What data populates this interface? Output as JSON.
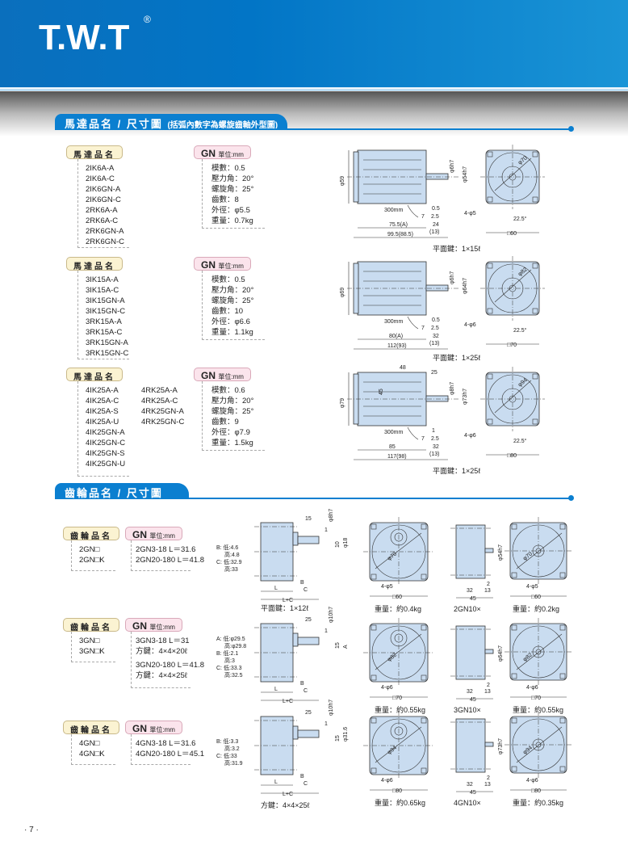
{
  "header": {
    "logo": "T.W.T",
    "reg": "®"
  },
  "section_motor": {
    "title": "馬達品名 / 尺寸圖",
    "note": "(括弧內數字為螺旋齒軸外型圖)"
  },
  "section_gear": {
    "title": "齒輪品名 / 尺寸圖"
  },
  "labels": {
    "motor_name": "馬達品名",
    "gear_name": "齒輪品名",
    "gn": "GN",
    "unit": "單位:mm"
  },
  "motors": [
    {
      "models": [
        "2IK6A-A",
        "2IK6A-C",
        "2IK6GN-A",
        "2IK6GN-C",
        "2RK6A-A",
        "2RK6A-C",
        "2RK6GN-A",
        "2RK6GN-C"
      ],
      "models2": [],
      "specs": [
        "模數：0.5",
        "壓力角：20°",
        "螺旋角：25°",
        "齒數：8",
        "外徑：φ5.5",
        "重量：0.7kg"
      ],
      "dims": {
        "body_dia": "φ59",
        "shaft": "φ6h7",
        "pilot": "φ54h7",
        "lead": "300mm",
        "d1": "0.5",
        "d2": "7",
        "d3": "2.5",
        "a": "75.5(A)",
        "b": "24",
        "c": "(13)",
        "total": "99.5(88.5)",
        "pcd": "φ70",
        "holes": "4-φ5",
        "angle": "22.5°",
        "square": "□60",
        "key": "平面鍵：1×15ℓ"
      }
    },
    {
      "models": [
        "3IK15A-A",
        "3IK15A-C",
        "3IK15GN-A",
        "3IK15GN-C",
        "3RK15A-A",
        "3RK15A-C",
        "3RK15GN-A",
        "3RK15GN-C"
      ],
      "models2": [],
      "specs": [
        "模數：0.5",
        "壓力角：20°",
        "螺旋角：25°",
        "齒數：10",
        "外徑：φ6.6",
        "重量：1.1kg"
      ],
      "dims": {
        "body_dia": "φ69",
        "shaft": "φ6h7",
        "pilot": "φ64h7",
        "lead": "300mm",
        "d1": "0.5",
        "d2": "7",
        "d3": "2.5",
        "a": "80(A)",
        "b": "32",
        "c": "(13)",
        "total": "112(93)",
        "pcd": "φ82",
        "holes": "4-φ6",
        "angle": "22.5°",
        "square": "□70",
        "key": "平面鍵：1×25ℓ"
      }
    },
    {
      "models": [
        "4IK25A-A",
        "4IK25A-C",
        "4IK25A-S",
        "4IK25A-U",
        "4IK25GN-A",
        "4IK25GN-C",
        "4IK25GN-S",
        "4IK25GN-U"
      ],
      "models2": [
        "4RK25A-A",
        "4RK25A-C",
        "4RK25GN-A",
        "4RK25GN-C"
      ],
      "specs": [
        "模數：0.6",
        "壓力角：20°",
        "螺旋角：25°",
        "齒數：9",
        "外徑：φ7.9",
        "重量：1.5kg"
      ],
      "dims": {
        "body_dia": "φ79",
        "shaft": "φ8h7",
        "pilot": "φ73h7",
        "lead": "300mm",
        "d1": "1",
        "d2": "7",
        "d3": "2.5",
        "a": "85",
        "b": "32",
        "c": "(13)",
        "total": "117(98)",
        "pcd": "φ94",
        "holes": "4-φ6",
        "angle": "22.5°",
        "square": "□80",
        "key": "平面鍵：1×25ℓ",
        "e1": "48",
        "e2": "25",
        "e3": "45"
      }
    }
  ],
  "gears": [
    {
      "models": [
        "2GN□",
        "2GN□K"
      ],
      "specs": [
        "2GN3-18  L＝31.6",
        "2GN20-180  L＝41.8"
      ],
      "notes": [
        "B: 低:4.6",
        "高:4.8",
        "C: 低:32.9",
        "高:33"
      ],
      "dims": {
        "shaft_len": "15",
        "shaft": "φ8h7",
        "d1": "1",
        "d2": "10",
        "d3": "φ18",
        "d4": "φ18",
        "l": "L",
        "b": "B",
        "c": "C",
        "lc": "L+C",
        "key": "平面鍵：1×12ℓ",
        "pcd": "φ70",
        "holes": "4-φ5",
        "square": "□60",
        "weight": "重量：約0.4kg",
        "pilot": "φ54h7",
        "s1": "2",
        "s2": "32",
        "s3": "13",
        "s4": "45",
        "dec": "2GN10×",
        "pcd2": "φ70",
        "holes2": "4-φ5",
        "square2": "□60",
        "weight2": "重量：約0.2kg"
      }
    },
    {
      "models": [
        "3GN□",
        "3GN□K"
      ],
      "specs": [
        "3GN3-18  L＝31",
        "方鍵：4×4×20ℓ",
        "3GN20-180  L＝41.8",
        "方鍵：4×4×25ℓ"
      ],
      "notes": [
        "A: 低:φ29.5",
        "高:φ29.8",
        "B: 低:2.1",
        "高:3",
        "C: 低:33.3",
        "高:32.5"
      ],
      "dims": {
        "shaft_len": "25",
        "shaft": "φ10h7",
        "d1": "1",
        "d2": "15",
        "d3": "A",
        "l": "L",
        "b": "B",
        "c": "C",
        "lc": "L+C",
        "pcd": "φ82",
        "holes": "4-φ6",
        "square": "□70",
        "weight": "重量：約0.55kg",
        "pilot": "φ64h7",
        "s1": "2",
        "s2": "32",
        "s3": "13",
        "s4": "45",
        "dec": "3GN10×",
        "pcd2": "φ82",
        "holes2": "4-φ6",
        "square2": "□70",
        "weight2": "重量：約0.55kg"
      }
    },
    {
      "models": [
        "4GN□",
        "4GN□K"
      ],
      "specs": [
        "4GN3-18  L＝31.6",
        "4GN20-180  L＝45.1"
      ],
      "notes": [
        "B: 低:3.3",
        "高:3.2",
        "C: 低:33",
        "高:31.9"
      ],
      "dims": {
        "shaft_len": "25",
        "shaft": "φ10h7",
        "d1": "1",
        "d2": "15",
        "d3": "φ31.6",
        "l": "L",
        "b": "B",
        "c": "C",
        "lc": "L+C",
        "key": "方鍵：4×4×25ℓ",
        "pcd": "φ94",
        "holes": "4-φ6",
        "square": "□80",
        "weight": "重量：約0.65kg",
        "pilot": "φ73h7",
        "s1": "2",
        "s2": "32",
        "s3": "13",
        "s4": "45",
        "dec": "4GN10×",
        "pcd2": "φ94",
        "holes2": "4-φ6",
        "square2": "□80",
        "weight2": "重量：約0.35kg"
      }
    }
  ],
  "page": "· 7 ·"
}
